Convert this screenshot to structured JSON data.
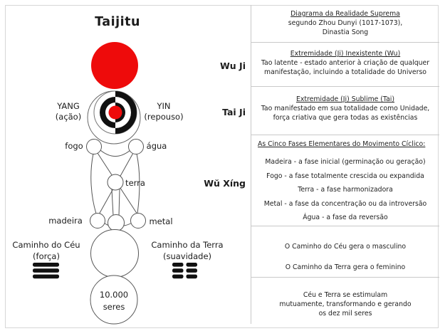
{
  "diagram": {
    "title": "Taijitu",
    "stage_labels": {
      "wuji": "Wu Ji",
      "taiji": "Tai Ji",
      "wuxing": "Wŭ Xíng"
    },
    "labels": {
      "yang": "YANG",
      "yang_sub": "(ação)",
      "yin": "YIN",
      "yin_sub": "(repouso)",
      "fogo": "fogo",
      "agua": "água",
      "terra": "terra",
      "madeira": "madeira",
      "metal": "metal",
      "caminho_ceu": "Caminho do Céu",
      "caminho_ceu_sub": "(força)",
      "caminho_terra": "Caminho da Terra",
      "caminho_terra_sub": "(suavidade)",
      "seres_line1": "10.000",
      "seres_line2": "seres"
    },
    "colors": {
      "red": "#ee0b0b",
      "black": "#111111",
      "line": "#555555",
      "divider": "#c9c9c9",
      "frame": "#d7d7d7"
    }
  },
  "panel": {
    "blocks": [
      {
        "heading": "Diagrama da Realidade Suprema",
        "lines": [
          "segundo Zhou Dunyi (1017-1073),",
          "Dinastia Song"
        ]
      },
      {
        "heading": "Extremidade (Ji) Inexistente (Wu)",
        "lines": [
          "Tao latente - estado anterior à criação de qualquer",
          "manifestação, incluindo a totalidade do Universo"
        ]
      },
      {
        "heading": "Extremidade (Ji) Sublime (Tai)",
        "lines": [
          "Tao manifestado em sua totalidade como Unidade,",
          "força criativa que gera todas as existências"
        ]
      },
      {
        "heading": "As Cinco Fases Elementares do Movimento Cíclico: ",
        "lines": [
          "Madeira - a fase inicial (germinação ou geração)",
          "Fogo - a fase totalmente crescida ou expandida",
          "Terra - a fase harmonizadora",
          "Metal - a fase da concentração ou da introversão",
          "Água - a fase da reversão"
        ]
      },
      {
        "lines": [
          "O Caminho do Céu gera o masculino",
          "O Caminho da Terra gera o feminino"
        ]
      },
      {
        "lines": [
          "Céu e Terra se estimulam",
          "mutuamente, transformando e gerando",
          "os dez mil seres"
        ]
      }
    ]
  }
}
